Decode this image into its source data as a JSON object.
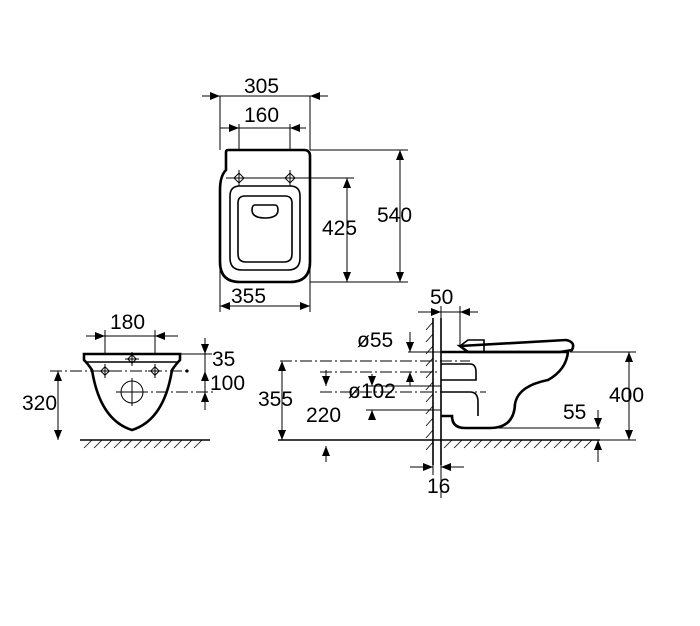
{
  "top_view": {
    "overall_width": "305",
    "fixing_holes": "160",
    "total_length": "540",
    "bowl_length": "425",
    "base_width": "355"
  },
  "front_view": {
    "hole_spacing": "180",
    "upper_offset": "35",
    "lower_offset": "100",
    "hole_height": "320"
  },
  "side_view": {
    "wall_gap": "50",
    "inlet_diameter": "ø55",
    "outlet_diameter": "ø102",
    "inlet_height": "355",
    "outlet_height": "220",
    "rim_height": "400",
    "bottom_offset": "55",
    "wall_thickness": "16"
  }
}
